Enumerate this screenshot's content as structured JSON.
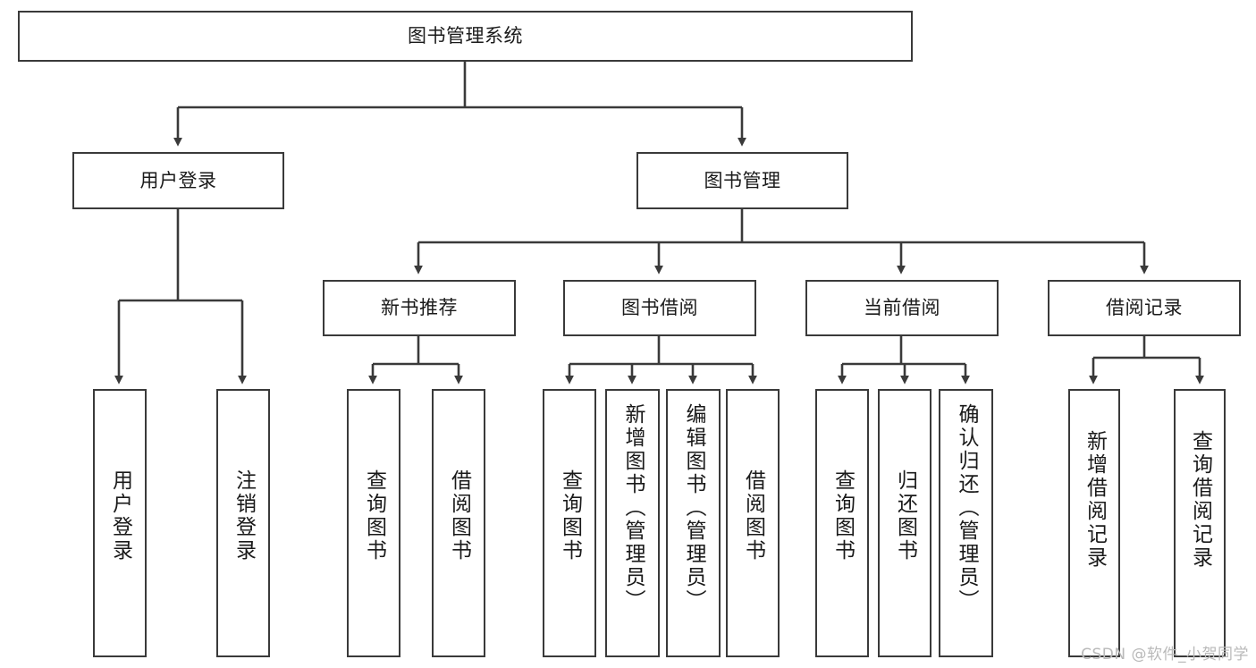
{
  "diagram": {
    "type": "tree-hierarchy",
    "title": "图书管理系统",
    "watermark": "CSDN @软件_小贺同学",
    "colors": {
      "stroke": "#3a3a3a",
      "fill": "#ffffff",
      "text": "#1a1a1a",
      "watermark": "#b9b9b9"
    },
    "levels": {
      "root_label": "图书管理系统",
      "level2": [
        {
          "id": "user-login",
          "label": "用户登录"
        },
        {
          "id": "book-management",
          "label": "图书管理"
        }
      ],
      "level3": [
        {
          "id": "new-book-recommend",
          "label": "新书推荐",
          "parent": "book-management"
        },
        {
          "id": "book-borrow",
          "label": "图书借阅",
          "parent": "book-management"
        },
        {
          "id": "current-borrow",
          "label": "当前借阅",
          "parent": "book-management"
        },
        {
          "id": "borrow-record",
          "label": "借阅记录",
          "parent": "book-management"
        }
      ],
      "leaves": [
        {
          "id": "leaf-user-login",
          "label": "用户登录",
          "parent": "user-login"
        },
        {
          "id": "leaf-user-logout",
          "label": "注销登录",
          "parent": "user-login"
        },
        {
          "id": "leaf-query-book-1",
          "label": "查询图书",
          "parent": "new-book-recommend"
        },
        {
          "id": "leaf-borrow-book-1",
          "label": "借阅图书",
          "parent": "new-book-recommend"
        },
        {
          "id": "leaf-query-book-2",
          "label": "查询图书",
          "parent": "book-borrow"
        },
        {
          "id": "leaf-add-book",
          "label": "新增图书（管理员）",
          "parent": "book-borrow"
        },
        {
          "id": "leaf-edit-book",
          "label": "编辑图书（管理员）",
          "parent": "book-borrow"
        },
        {
          "id": "leaf-borrow-book-2",
          "label": "借阅图书",
          "parent": "book-borrow"
        },
        {
          "id": "leaf-query-book-3",
          "label": "查询图书",
          "parent": "current-borrow"
        },
        {
          "id": "leaf-return-book",
          "label": "归还图书",
          "parent": "current-borrow"
        },
        {
          "id": "leaf-confirm-return",
          "label": "确认归还（管理员）",
          "parent": "current-borrow"
        },
        {
          "id": "leaf-add-record",
          "label": "新增借阅记录",
          "parent": "borrow-record"
        },
        {
          "id": "leaf-query-record",
          "label": "查询借阅记录",
          "parent": "borrow-record"
        }
      ]
    }
  }
}
